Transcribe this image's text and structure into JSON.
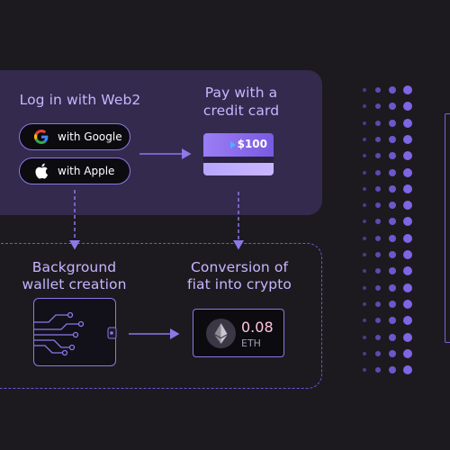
{
  "top_left": {
    "title": "Log in with Web2",
    "google_label": "with Google",
    "apple_label": "with Apple"
  },
  "top_right": {
    "title_line1": "Pay with a",
    "title_line2": "credit card",
    "amount": "$100"
  },
  "bottom_left": {
    "title_line1": "Background",
    "title_line2": "wallet creation"
  },
  "bottom_right": {
    "title_line1": "Conversion of",
    "title_line2": "fiat into crypto",
    "value": "0.08",
    "unit": "ETH"
  },
  "colors": {
    "background": "#1c1a1f",
    "panel": "#332a4e",
    "accent": "#8c78e8",
    "label": "#c7b6ff"
  },
  "icons": [
    "google-icon",
    "apple-icon",
    "play-triangle-icon",
    "wallet-circuit-icon",
    "ethereum-icon",
    "arrow-icon"
  ]
}
